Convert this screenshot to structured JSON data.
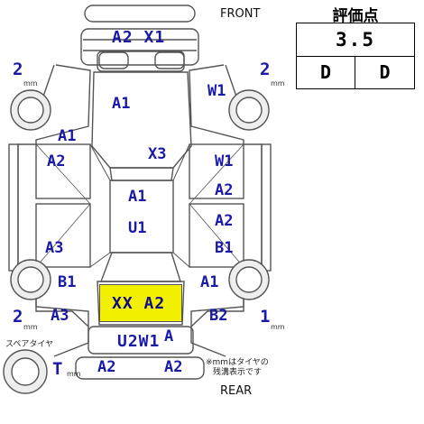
{
  "labels": {
    "front": "FRONT",
    "rear": "REAR",
    "grade_title": "評価点",
    "spare_tire": "スペアタイヤ",
    "mm_unit": "mm",
    "note_line1": "※mmはタイヤの",
    "note_line2": "残溝表示です"
  },
  "grade": {
    "score": "3.5",
    "interior": "D",
    "exterior": "D"
  },
  "tires": {
    "front_left": "2",
    "front_right": "2",
    "rear_left": "2",
    "rear_right": "1",
    "spare": "T"
  },
  "damage_marks": {
    "front_bumper": "A2 X1",
    "hood": "A1",
    "front_right_fender": "W1",
    "left_front_pillar": "A1",
    "left_front_door": "A2",
    "windshield": "X3",
    "right_front_door_1": "W1",
    "right_front_door_2": "A2",
    "roof_1": "A1",
    "roof_2": "U1",
    "right_rear_door_1": "A2",
    "right_rear_door_2": "B1",
    "left_rear_door": "A3",
    "left_rear_quarter_1": "B1",
    "left_rear_quarter_2": "A3",
    "right_rear_quarter_1": "A1",
    "right_rear_quarter_2": "B2",
    "trunk": "XX A2",
    "rear_panel": "U2W1",
    "rear_panel_2": "A",
    "rear_bumper_left": "A2",
    "rear_bumper_right": "A2"
  },
  "colors": {
    "mark_color": "#1a1aa8",
    "highlight": "#f2f000"
  }
}
